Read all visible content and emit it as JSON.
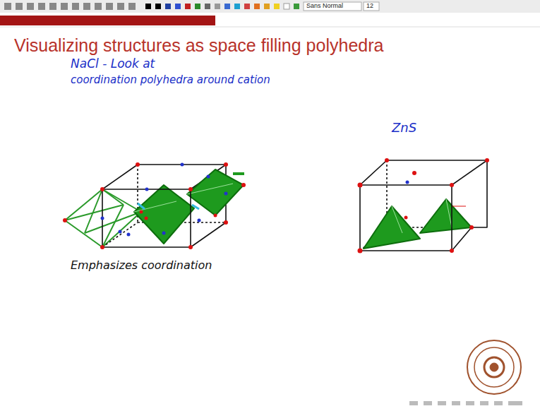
{
  "diagram": {
    "title": "Visualizing structures as space filling polyhedra",
    "labels": [
      "Sans Normal",
      "12",
      "NaCl - Look at",
      "coordination polyhedra around cation",
      "ZnS",
      "Emphasizes coordination"
    ]
  }
}
